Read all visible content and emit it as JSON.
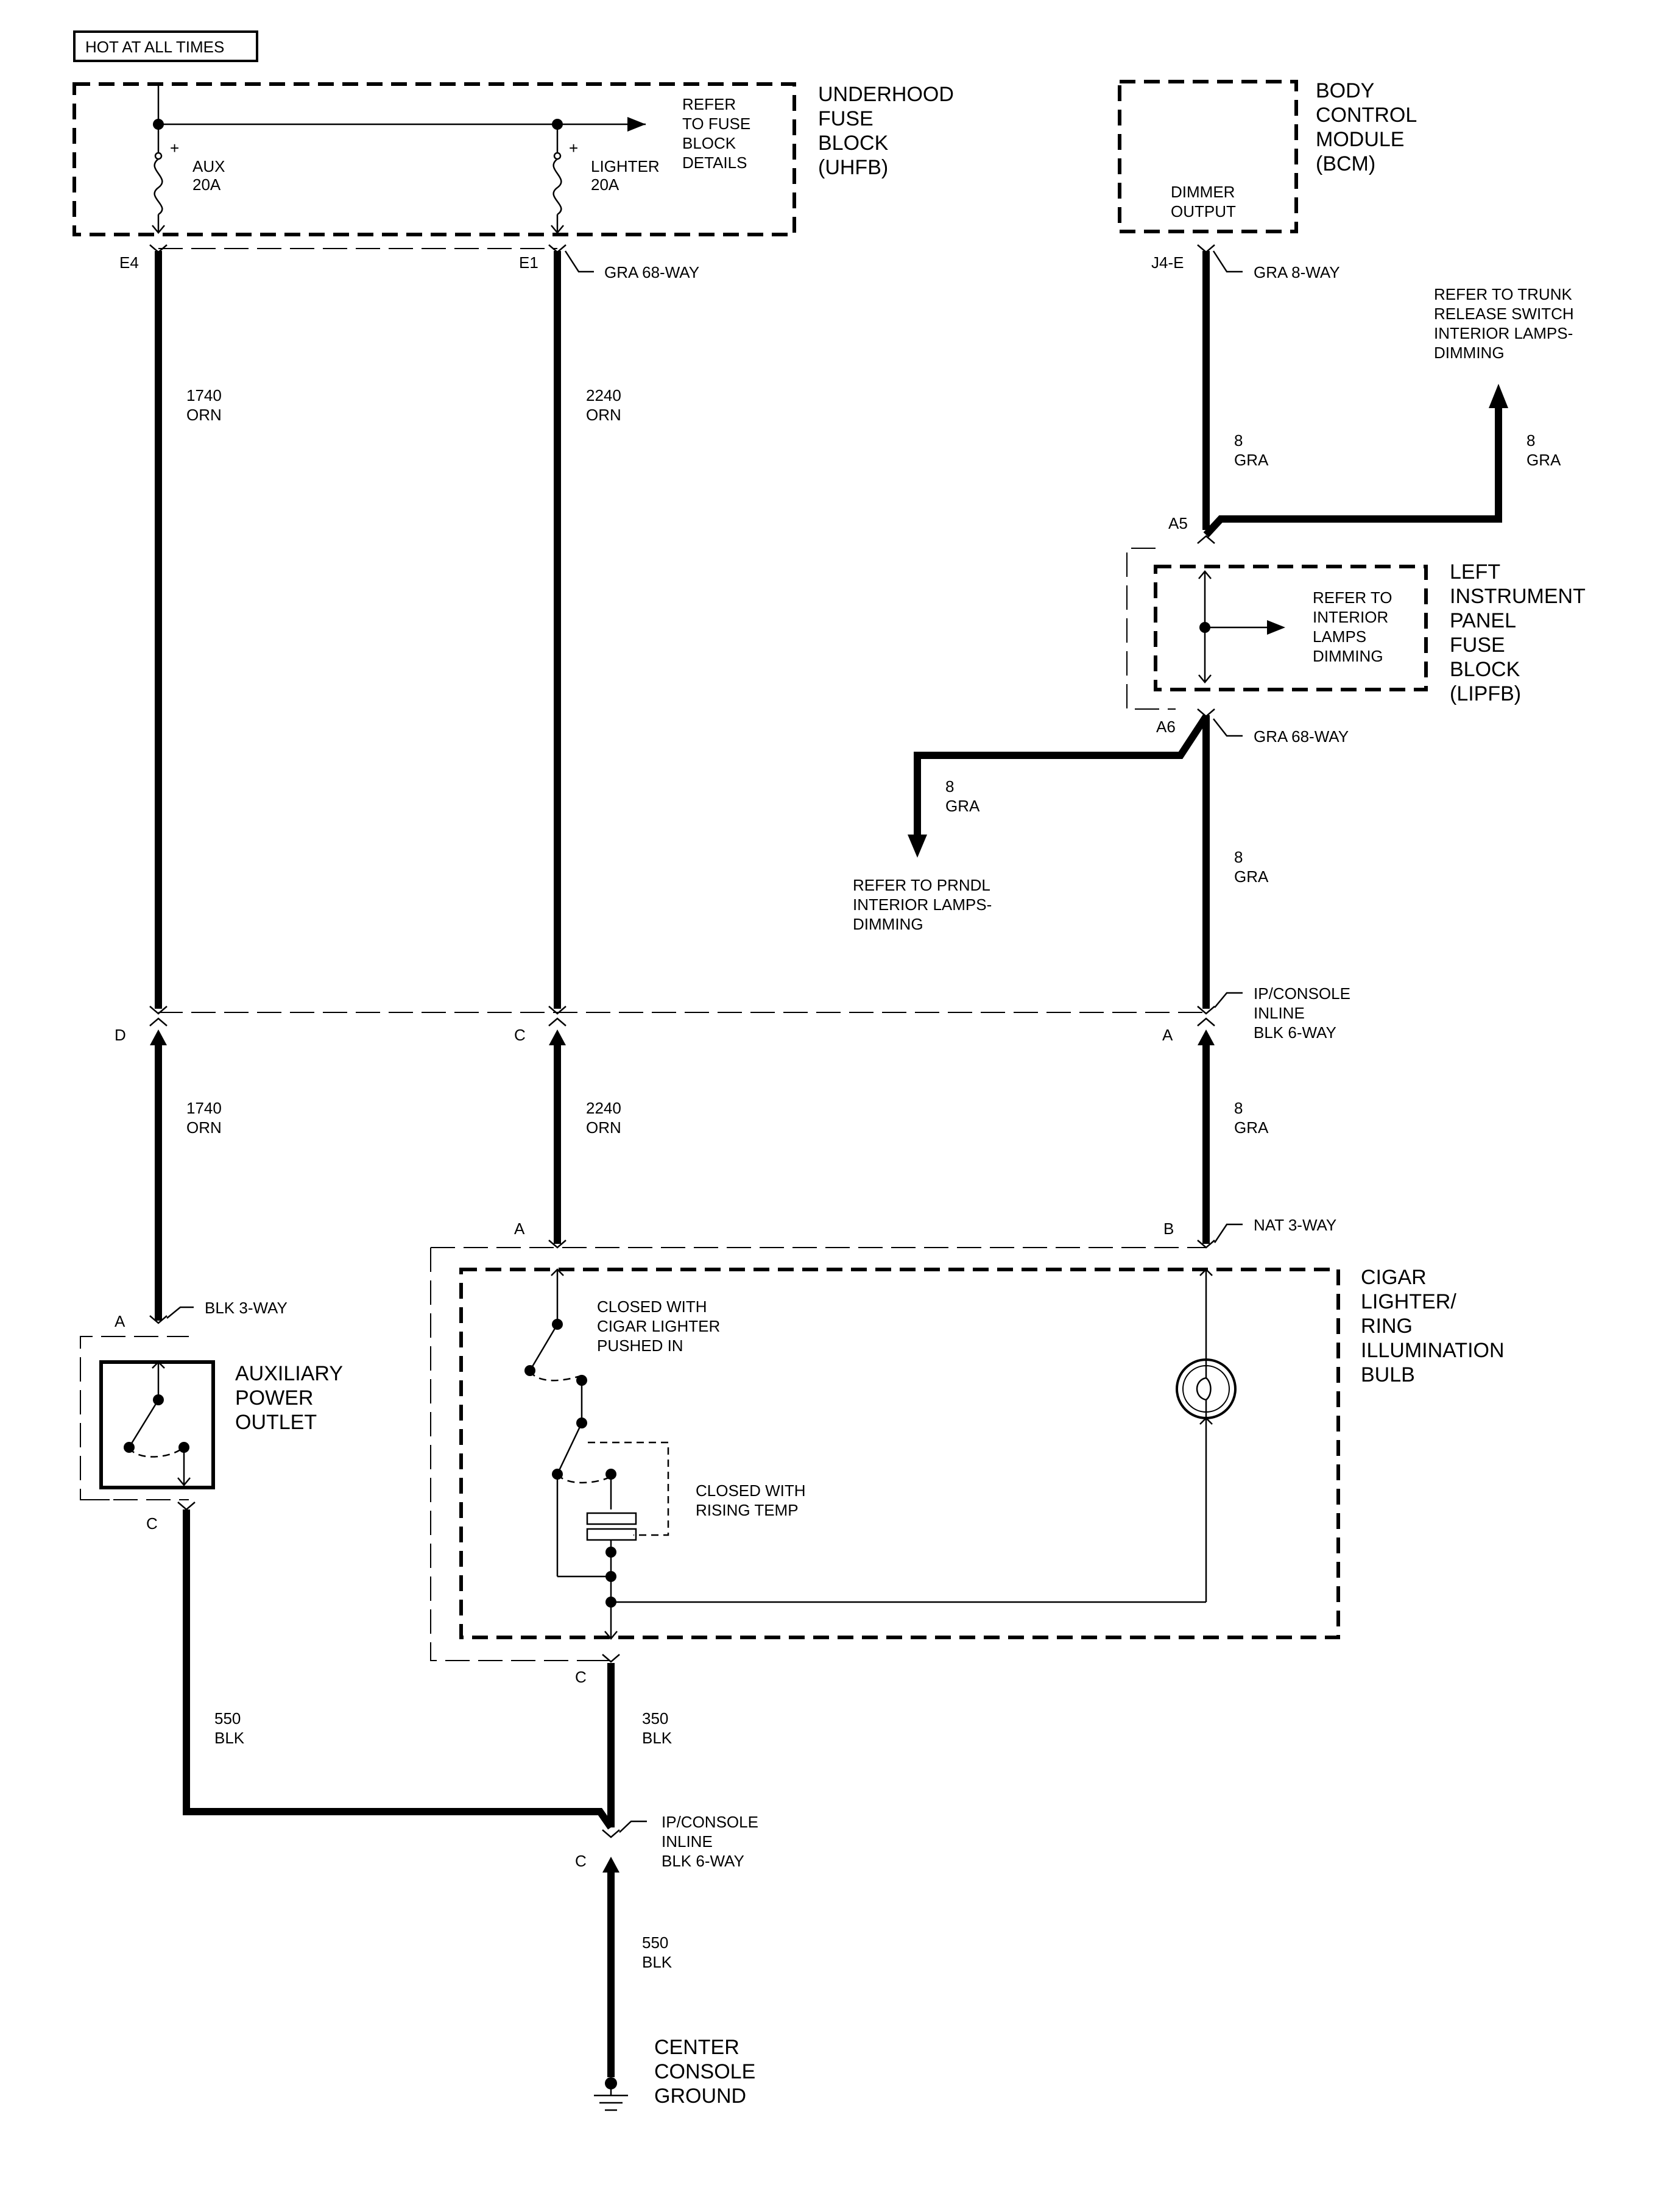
{
  "header": {
    "hot_label": "HOT AT ALL TIMES"
  },
  "uhfb": {
    "title": [
      "UNDERHOOD",
      "FUSE",
      "BLOCK",
      "(UHFB)"
    ],
    "fuse_aux": [
      "AUX",
      "20A"
    ],
    "fuse_lighter": [
      "LIGHTER",
      "20A"
    ],
    "refer": [
      "REFER",
      "TO FUSE",
      "BLOCK",
      "DETAILS"
    ],
    "pin_e4": "E4",
    "pin_e1": "E1",
    "connector": "GRA 68-WAY"
  },
  "bcm": {
    "title": [
      "BODY",
      "CONTROL",
      "MODULE",
      "(BCM)"
    ],
    "output": [
      "DIMMER",
      "OUTPUT"
    ],
    "pin": "J4-E",
    "connector": "GRA 8-WAY"
  },
  "trunk_ref": [
    "REFER TO TRUNK",
    "RELEASE SWITCH",
    "INTERIOR LAMPS-",
    "DIMMING"
  ],
  "lipfb": {
    "title": [
      "LEFT",
      "INSTRUMENT",
      "PANEL",
      "FUSE",
      "BLOCK",
      "(LIPFB)"
    ],
    "refer": [
      "REFER TO",
      "INTERIOR",
      "LAMPS",
      "DIMMING"
    ],
    "pin_a5": "A5",
    "pin_a6": "A6",
    "connector": "GRA 68-WAY"
  },
  "prndl_ref": [
    "REFER TO PRNDL",
    "INTERIOR LAMPS-",
    "DIMMING"
  ],
  "wires": {
    "w1740": [
      "1740",
      "ORN"
    ],
    "w2240": [
      "2240",
      "ORN"
    ],
    "w8": [
      "8",
      "GRA"
    ],
    "w550": [
      "550",
      "BLK"
    ],
    "w350": [
      "350",
      "BLK"
    ]
  },
  "inline": {
    "connector": [
      "IP/CONSOLE",
      "INLINE",
      "BLK 6-WAY"
    ],
    "pin_d": "D",
    "pin_c": "C",
    "pin_a": "A"
  },
  "cigar": {
    "title": [
      "CIGAR",
      "LIGHTER/",
      "RING",
      "ILLUMINATION",
      "BULB"
    ],
    "connector": "NAT 3-WAY",
    "pin_a": "A",
    "pin_b": "B",
    "pin_c": "C",
    "switch1": [
      "CLOSED WITH",
      "CIGAR LIGHTER",
      "PUSHED IN"
    ],
    "switch2": [
      "CLOSED WITH",
      "RISING TEMP"
    ]
  },
  "aux_outlet": {
    "title": [
      "AUXILIARY",
      "POWER",
      "OUTLET"
    ],
    "connector": "BLK 3-WAY",
    "pin_a": "A",
    "pin_c": "C"
  },
  "ground": {
    "title": [
      "CENTER",
      "CONSOLE",
      "GROUND"
    ],
    "pin_c": "C"
  }
}
